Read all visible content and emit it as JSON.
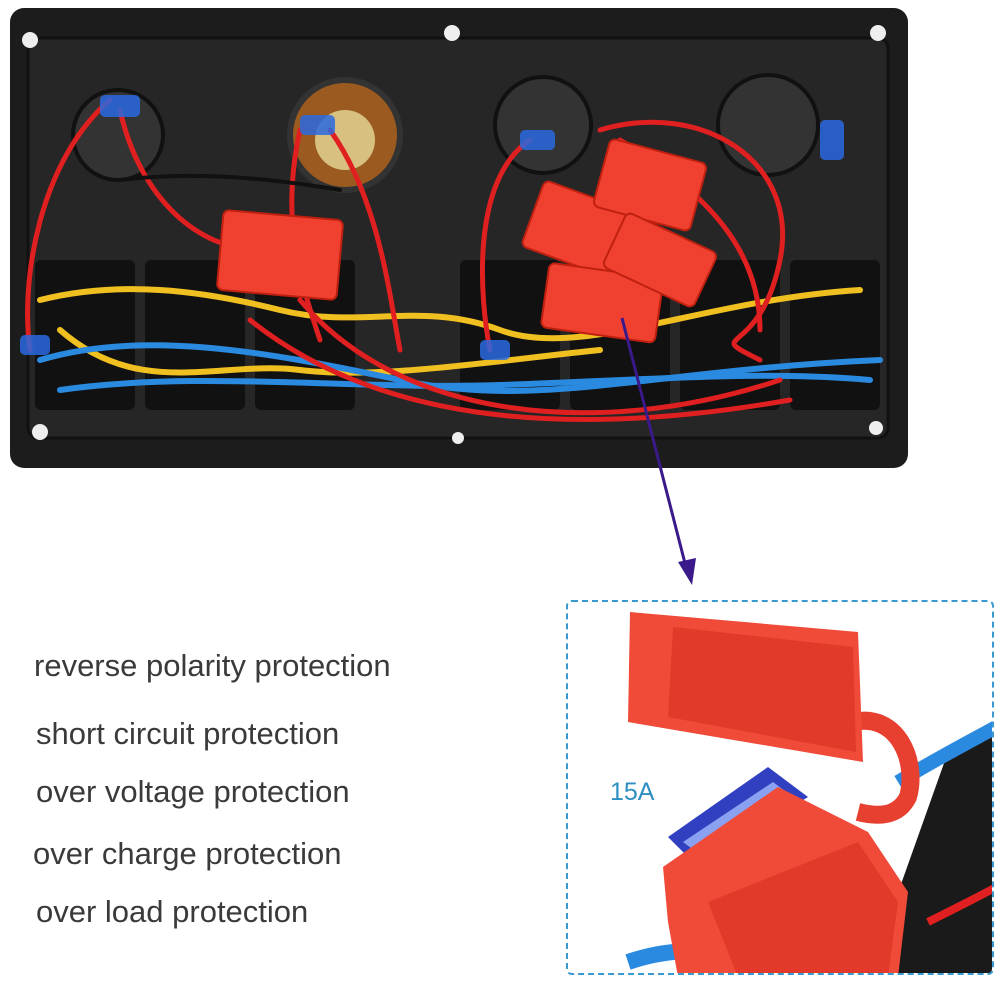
{
  "features": [
    "reverse polarity protection",
    "short circuit protection",
    "over voltage protection",
    "over charge protection",
    "over load protection"
  ],
  "inset": {
    "fuse_rating": "15A"
  },
  "colors": {
    "wire_red": "#e02020",
    "wire_yellow": "#f0c020",
    "wire_blue": "#2a8ae0",
    "fuse_holder": "#f04030",
    "arrow": "#3a1a8a",
    "inset_border": "#3a9ad0",
    "label_blue": "#2e8fc2"
  }
}
